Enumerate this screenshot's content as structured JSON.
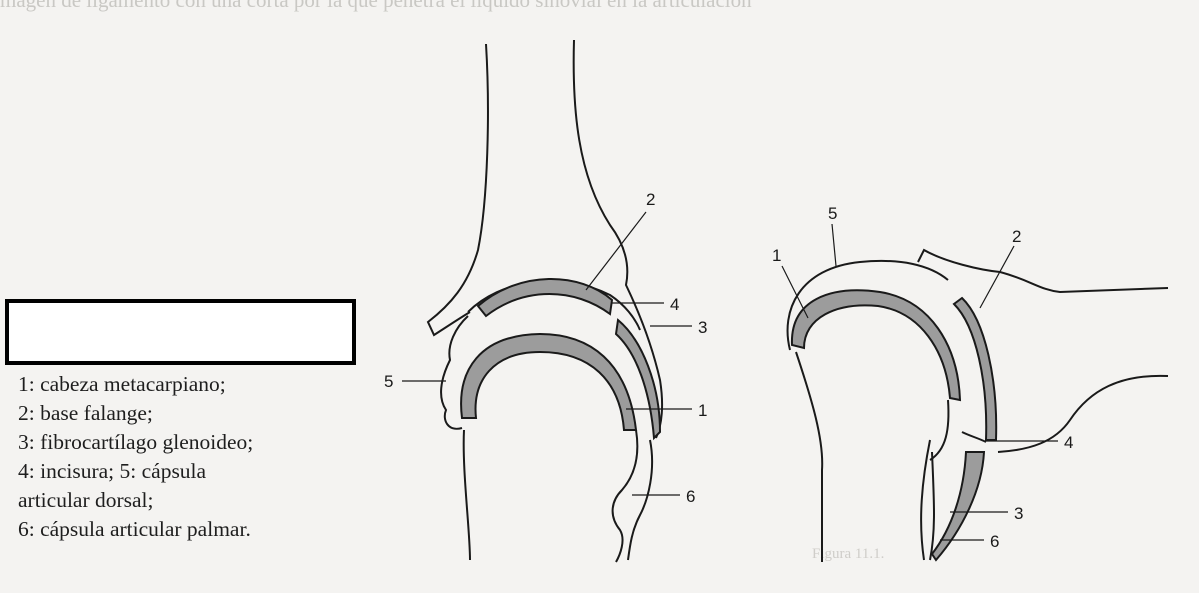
{
  "faint_header_text": "magen de ligamento con una corta por la que penetra el liquido sinovial en la articulación",
  "faint_caption": "Figura 11.1.",
  "legend": {
    "lines": [
      "1: cabeza metacarpiano;",
      "2: base falange;",
      "3: fibrocartílago glenoideo;",
      "4: incisura; 5: cápsula",
      "articular dorsal;",
      "6: cápsula articular palmar."
    ]
  },
  "diagram_left": {
    "labels": {
      "l2": "2",
      "l4": "4",
      "l3": "3",
      "l1": "1",
      "l5": "5",
      "l6": "6"
    }
  },
  "diagram_right": {
    "labels": {
      "l5": "5",
      "l1": "1",
      "l2": "2",
      "l4": "4",
      "l3": "3",
      "l6": "6"
    }
  },
  "colors": {
    "line": "#1a1a1a",
    "cartilage": "#9c9c9c",
    "paper": "#f4f3f1"
  }
}
